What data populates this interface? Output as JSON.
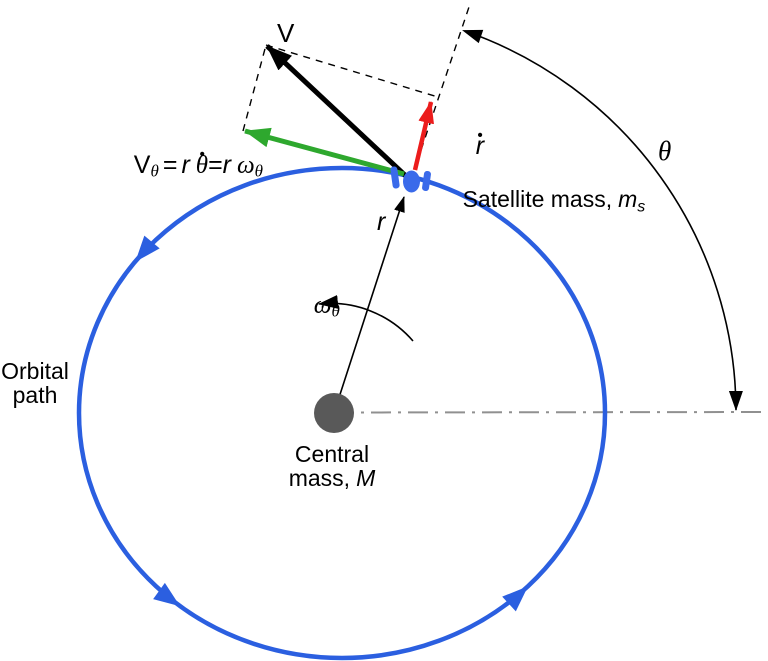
{
  "labels": {
    "v_vector": "V",
    "tangential": {
      "V": "V",
      "sub": "θ",
      "eq1": "=",
      "r1": "r",
      "theta": "θ",
      "dot": "•",
      "eq2": "=",
      "r2": "r",
      "omega": "ω",
      "omega_sub": "θ"
    },
    "radial_velocity": {
      "base": "r",
      "dot": "•"
    },
    "satellite": {
      "text": "Satellite mass,",
      "m": "m",
      "sub": "s"
    },
    "angle": "θ",
    "radius": "r",
    "omega": {
      "base": "ω",
      "sub": "θ"
    },
    "orbital_path": {
      "line1": "Orbital",
      "line2": "path"
    },
    "central_mass": {
      "line1": "Central",
      "line2": "mass,",
      "M": "M"
    }
  },
  "colors": {
    "background": "#FFFFFF",
    "orbit": "#2B5FE0",
    "satellite": "#3A6AEA",
    "tangential_vector": "#2EA82E",
    "radial_vector": "#EC1C1C",
    "velocity_vector": "#000000",
    "radius_line": "#000000",
    "central_mass": "#595959",
    "reference_line": "#909090",
    "angle_arc": "#000000",
    "text": "#000000"
  }
}
